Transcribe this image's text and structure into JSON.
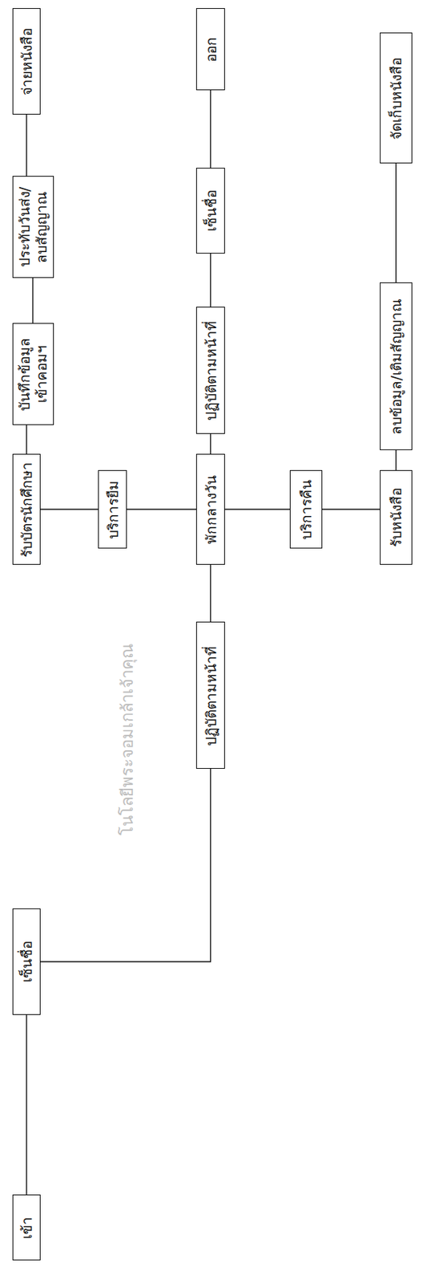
{
  "diagram": {
    "nodes": [
      {
        "text": [
          "เข้า"
        ]
      },
      {
        "text": [
          "เซ็นชื่อ"
        ]
      },
      {
        "text": [
          "ปฏิบัติตามหน้าที่"
        ]
      },
      {
        "text": [
          "บริการยืม"
        ]
      },
      {
        "text": [
          "พักกลางวัน"
        ]
      },
      {
        "text": [
          "บริการคืน"
        ]
      },
      {
        "text": [
          "รับบัตรนักศึกษา"
        ]
      },
      {
        "text": [
          "บันทึกข้อมูล เข้าคอมฯ"
        ]
      },
      {
        "text": [
          "ประทับวันส่ง/ ลบสัญญาณ"
        ]
      },
      {
        "text": [
          "จ่ายหนังสือ"
        ]
      },
      {
        "text": [
          "ปฏิบัติตามหน้าที่"
        ]
      },
      {
        "text": [
          "เซ็นชื่อ"
        ]
      },
      {
        "text": [
          "ออก"
        ]
      },
      {
        "text": [
          "รับหนังสือ"
        ]
      },
      {
        "text": [
          "ลบข้อมูล/เติมสัญญาณ"
        ]
      },
      {
        "text": [
          "จัดเก็บหนังสือ"
        ]
      }
    ],
    "edges": [
      {
        "from": 0,
        "to": 1,
        "arrow": "none"
      },
      {
        "from": 1,
        "to": 2,
        "arrow": "none"
      },
      {
        "from": 2,
        "to": 4,
        "arrow": "none"
      },
      {
        "from": 4,
        "to": 3,
        "arrow": "none"
      },
      {
        "from": 3,
        "to": 6,
        "arrow": "none"
      },
      {
        "from": 4,
        "to": 5,
        "arrow": "none"
      },
      {
        "from": 5,
        "to": 13,
        "arrow": "none"
      },
      {
        "from": 6,
        "to": 7,
        "arrow": "none"
      },
      {
        "from": 7,
        "to": 8,
        "arrow": "none"
      },
      {
        "from": 8,
        "to": 9,
        "arrow": "none"
      },
      {
        "from": 4,
        "to": 10,
        "arrow": "none"
      },
      {
        "from": 10,
        "to": 11,
        "arrow": "none"
      },
      {
        "from": 11,
        "to": 12,
        "arrow": "none"
      },
      {
        "from": 13,
        "to": 14,
        "arrow": "none"
      },
      {
        "from": 14,
        "to": 15,
        "arrow": "none"
      }
    ],
    "labels": [
      "โนโลยีพระจอมเกล้าเจ้าคุณ"
    ]
  }
}
